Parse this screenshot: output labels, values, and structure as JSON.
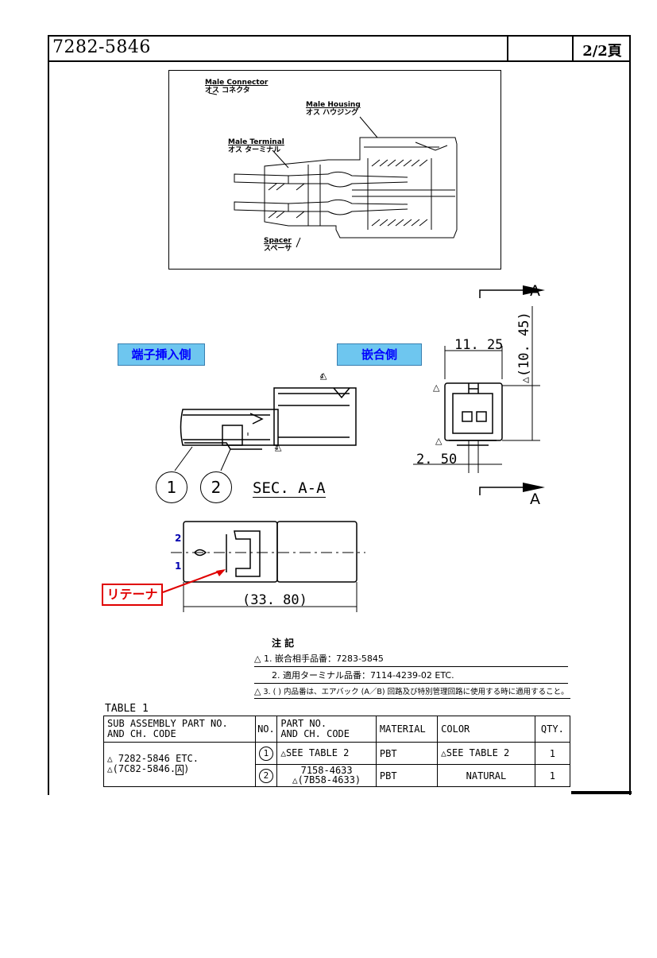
{
  "header": {
    "part_number": "7282-5846",
    "page": "2/2頁"
  },
  "photo": {
    "male_connector_en": "Male Connector",
    "male_connector_jp": "オス コネクタ",
    "male_housing_en": "Male Housing",
    "male_housing_jp": "オス ハウジング",
    "male_terminal_en": "Male Terminal",
    "male_terminal_jp": "オス ターミナル",
    "spacer_en": "Spacer",
    "spacer_jp": "スペーサ"
  },
  "views": {
    "terminal_side": "端子挿入側",
    "mating_side": "嵌合側",
    "section_label": "SEC. A-A",
    "section_letter": "A",
    "callout_1": "1",
    "callout_2": "2",
    "retainer": "リテーナ",
    "pin_1": "1",
    "pin_2": "2"
  },
  "dimensions": {
    "width": "11. 25",
    "height": "(10. 45)",
    "pitch": "2. 50",
    "length": "(33. 80)"
  },
  "revision_marks": {
    "rev4": "4",
    "rev3": "3",
    "rev2": "2"
  },
  "notes": {
    "heading": "注 記",
    "note1": "1. 嵌合相手品番：7283-5845",
    "note2": "2. 適用ターミナル品番：7114-4239-02 ETC.",
    "note3": "3. ( ) 内品番は、エアバック (A／B) 回路及び特別管理回路に使用する時に適用すること。"
  },
  "table": {
    "title": "TABLE 1",
    "headers": {
      "sub_assembly_l1": "SUB ASSEMBLY PART NO.",
      "sub_assembly_l2": "AND CH. CODE",
      "no": "NO.",
      "part_no_l1": "PART NO.",
      "part_no_l2": "AND CH. CODE",
      "material": "MATERIAL",
      "color": "COLOR",
      "qty": "QTY."
    },
    "sub_assembly": {
      "line1": "7282-5846 ETC.",
      "line2": "(7C82-5846.",
      "line2_box": "A",
      "line2_end": ")"
    },
    "rows": [
      {
        "no": "1",
        "part_l1": "SEE TABLE 2",
        "part_l2": "",
        "material": "PBT",
        "color": "SEE TABLE 2",
        "qty": "1"
      },
      {
        "no": "2",
        "part_l1": "7158-4633",
        "part_l2": "(7B58-4633)",
        "material": "PBT",
        "color": "NATURAL",
        "qty": "1"
      }
    ]
  }
}
